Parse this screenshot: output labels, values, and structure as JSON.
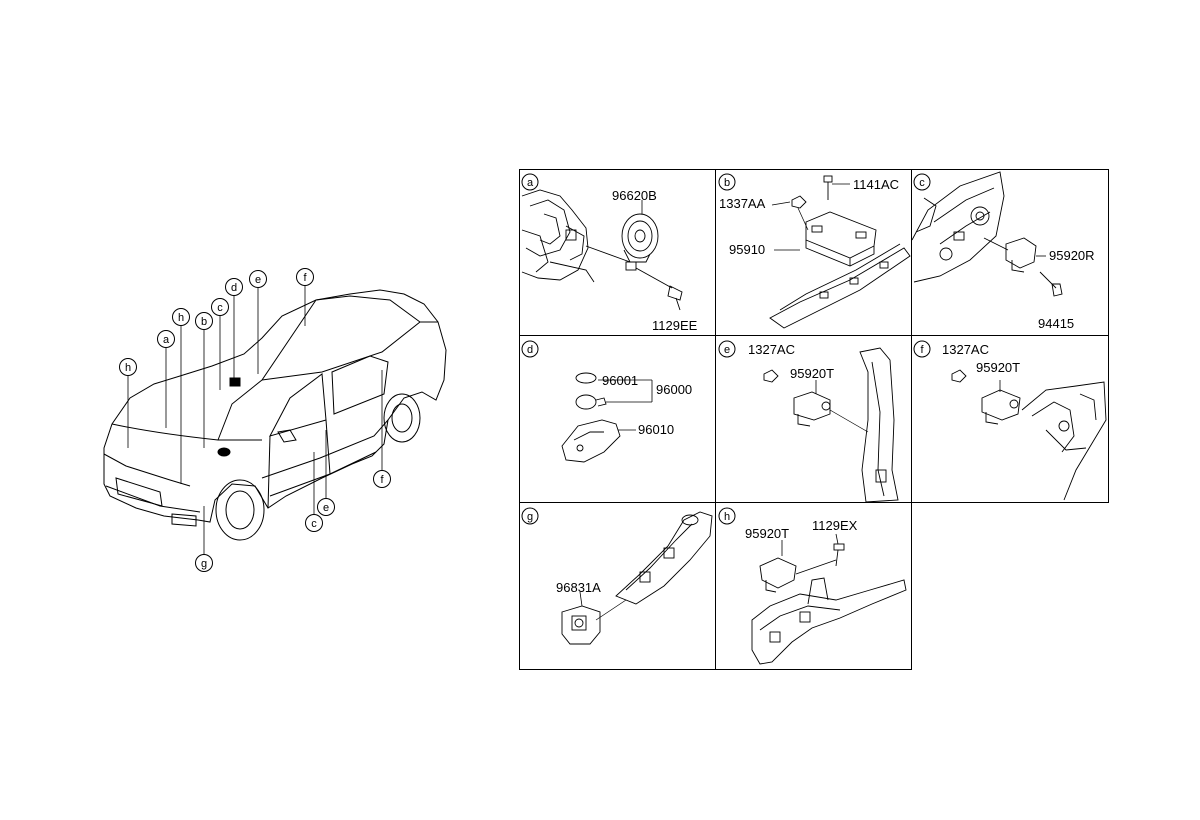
{
  "overview": {
    "callouts": [
      "a",
      "b",
      "c",
      "d",
      "e",
      "f",
      "g",
      "h",
      "h",
      "c",
      "e",
      "f"
    ]
  },
  "panels": [
    {
      "letter": "a",
      "parts": [
        "96620B",
        "1129EE"
      ]
    },
    {
      "letter": "b",
      "parts": [
        "1337AA",
        "1141AC",
        "95910"
      ]
    },
    {
      "letter": "c",
      "parts": [
        "95920R",
        "94415"
      ]
    },
    {
      "letter": "d",
      "parts": [
        "96001",
        "96000",
        "96010"
      ]
    },
    {
      "letter": "e",
      "parts": [
        "1327AC",
        "95920T"
      ]
    },
    {
      "letter": "f",
      "parts": [
        "1327AC",
        "95920T"
      ]
    },
    {
      "letter": "g",
      "parts": [
        "96831A"
      ]
    },
    {
      "letter": "h",
      "parts": [
        "95920T",
        "1129EX"
      ]
    }
  ]
}
